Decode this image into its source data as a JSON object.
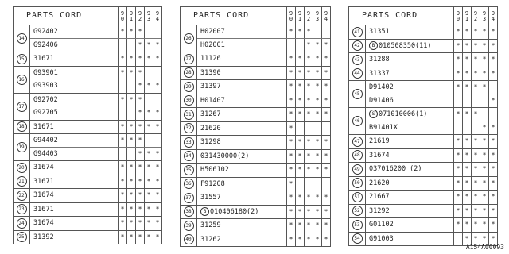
{
  "header": {
    "title": "PARTS CORD",
    "years": [
      "90",
      "91",
      "92",
      "93",
      "94"
    ]
  },
  "tables": [
    {
      "groups": [
        {
          "num": "14",
          "rows": [
            {
              "part": "G92402",
              "marks": "***  "
            },
            {
              "part": "G92406",
              "marks": "  ***"
            }
          ]
        },
        {
          "num": "15",
          "rows": [
            {
              "part": "31671",
              "marks": "*****"
            }
          ]
        },
        {
          "num": "16",
          "rows": [
            {
              "part": "G93901",
              "marks": "***  "
            },
            {
              "part": "G93903",
              "marks": "  ***"
            }
          ]
        },
        {
          "num": "17",
          "rows": [
            {
              "part": "G92702",
              "marks": "***  "
            },
            {
              "part": "G92705",
              "marks": "  ***"
            }
          ]
        },
        {
          "num": "18",
          "rows": [
            {
              "part": "31671",
              "marks": "*****"
            }
          ]
        },
        {
          "num": "19",
          "rows": [
            {
              "part": "G94402",
              "marks": "***  "
            },
            {
              "part": "G94403",
              "marks": "  ***"
            }
          ]
        },
        {
          "num": "20",
          "rows": [
            {
              "part": "31674",
              "marks": "*****"
            }
          ]
        },
        {
          "num": "21",
          "rows": [
            {
              "part": "31671",
              "marks": "*****"
            }
          ]
        },
        {
          "num": "22",
          "rows": [
            {
              "part": "31674",
              "marks": "*****"
            }
          ]
        },
        {
          "num": "23",
          "rows": [
            {
              "part": "31671",
              "marks": "*****"
            }
          ]
        },
        {
          "num": "24",
          "rows": [
            {
              "part": "31674",
              "marks": "*****"
            }
          ]
        },
        {
          "num": "25",
          "rows": [
            {
              "part": "31392",
              "marks": "*****"
            }
          ]
        }
      ]
    },
    {
      "groups": [
        {
          "num": "26",
          "rows": [
            {
              "part": "H02007",
              "marks": "***  "
            },
            {
              "part": "H02001",
              "marks": "  ***"
            }
          ]
        },
        {
          "num": "27",
          "rows": [
            {
              "part": "11126",
              "marks": "*****"
            }
          ]
        },
        {
          "num": "28",
          "rows": [
            {
              "part": "31390",
              "marks": "*****"
            }
          ]
        },
        {
          "num": "29",
          "rows": [
            {
              "part": "31397",
              "marks": "*****"
            }
          ]
        },
        {
          "num": "30",
          "rows": [
            {
              "part": "H01407",
              "marks": "*****"
            }
          ]
        },
        {
          "num": "31",
          "rows": [
            {
              "part": "31267",
              "marks": "*****"
            }
          ]
        },
        {
          "num": "32",
          "rows": [
            {
              "part": "21620",
              "marks": "*    "
            }
          ]
        },
        {
          "num": "33",
          "rows": [
            {
              "part": "31298",
              "marks": "*****"
            }
          ]
        },
        {
          "num": "34",
          "rows": [
            {
              "part": "031430000(2)",
              "marks": "*****"
            }
          ]
        },
        {
          "num": "35",
          "rows": [
            {
              "part": "H506102",
              "marks": "*****"
            }
          ]
        },
        {
          "num": "36",
          "rows": [
            {
              "part": "F91208",
              "marks": "*    "
            }
          ]
        },
        {
          "num": "37",
          "rows": [
            {
              "part": "31557",
              "marks": "*****"
            }
          ]
        },
        {
          "num": "38",
          "rows": [
            {
              "part": "010406180(2)",
              "badge": "B",
              "marks": "*****"
            }
          ]
        },
        {
          "num": "39",
          "rows": [
            {
              "part": "31259",
              "marks": "*****"
            }
          ]
        },
        {
          "num": "40",
          "rows": [
            {
              "part": "31262",
              "marks": "*****"
            }
          ]
        }
      ]
    },
    {
      "groups": [
        {
          "num": "41",
          "rows": [
            {
              "part": "31351",
              "marks": "*****"
            }
          ]
        },
        {
          "num": "42",
          "rows": [
            {
              "part": "010508350(11)",
              "badge": "B",
              "marks": "*****"
            }
          ]
        },
        {
          "num": "43",
          "rows": [
            {
              "part": "31288",
              "marks": "*****"
            }
          ]
        },
        {
          "num": "44",
          "rows": [
            {
              "part": "31337",
              "marks": "*****"
            }
          ]
        },
        {
          "num": "45",
          "rows": [
            {
              "part": "D91402",
              "marks": "**** "
            },
            {
              "part": "D91406",
              "marks": "    *"
            }
          ]
        },
        {
          "num": "46",
          "rows": [
            {
              "part": "071010006(1)",
              "badge": "S",
              "marks": "***  "
            },
            {
              "part": "B91401X",
              "marks": "   **"
            }
          ]
        },
        {
          "num": "47",
          "rows": [
            {
              "part": "21619",
              "marks": "*****"
            }
          ]
        },
        {
          "num": "48",
          "rows": [
            {
              "part": "31674",
              "marks": "*****"
            }
          ]
        },
        {
          "num": "49",
          "rows": [
            {
              "part": "037016200 (2)",
              "marks": "*****"
            }
          ]
        },
        {
          "num": "50",
          "rows": [
            {
              "part": "21620",
              "marks": "*****"
            }
          ]
        },
        {
          "num": "51",
          "rows": [
            {
              "part": "21667",
              "marks": "*****"
            }
          ]
        },
        {
          "num": "52",
          "rows": [
            {
              "part": "31292",
              "marks": "*****"
            }
          ]
        },
        {
          "num": "53",
          "rows": [
            {
              "part": "G01102",
              "marks": "*****"
            }
          ]
        },
        {
          "num": "54",
          "rows": [
            {
              "part": "G91003",
              "marks": " ****"
            }
          ]
        }
      ]
    }
  ],
  "footer": "A154A00093"
}
